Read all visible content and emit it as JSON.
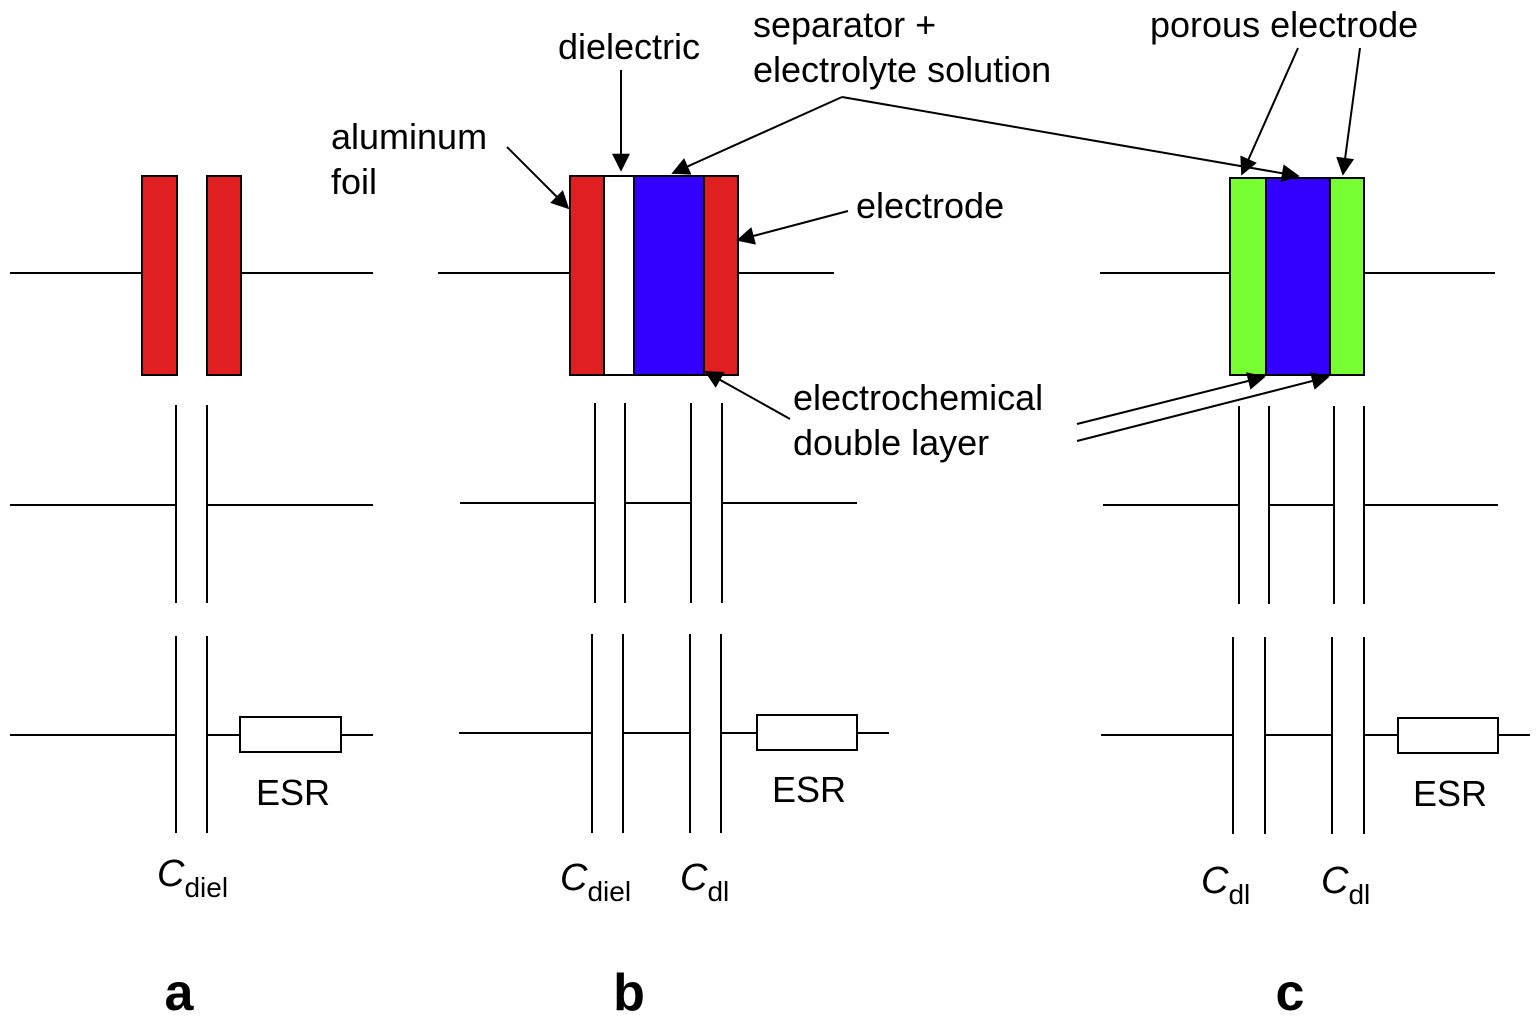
{
  "labels": {
    "aluminum_foil_line1": "aluminum",
    "aluminum_foil_line2": "foil",
    "dielectric": "dielectric",
    "separator_line1": "separator +",
    "separator_line2": "electrolyte solution",
    "porous_electrode": "porous electrode",
    "electrode": "electrode",
    "double_layer_line1": "electrochemical",
    "double_layer_line2": "double layer"
  },
  "circuit": {
    "esr_a": "ESR",
    "esr_b": "ESR",
    "esr_c": "ESR",
    "cap_a": {
      "main": "C",
      "sub": "diel"
    },
    "cap_b1": {
      "main": "C",
      "sub": "diel"
    },
    "cap_b2": {
      "main": "C",
      "sub": "dl"
    },
    "cap_c1": {
      "main": "C",
      "sub": "dl"
    },
    "cap_c2": {
      "main": "C",
      "sub": "dl"
    }
  },
  "panels": {
    "a": "a",
    "b": "b",
    "c": "c"
  },
  "colors": {
    "electrode_red": "#e02020",
    "electrolyte_blue": "#3300ff",
    "porous_green": "#77ff33",
    "dielectric_white": "#ffffff",
    "line": "#000000"
  }
}
